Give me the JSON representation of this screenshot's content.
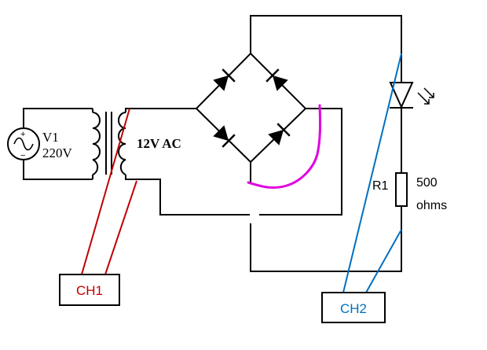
{
  "source": {
    "name": "V1",
    "voltage": "220V",
    "plus_sign": "+",
    "minus_sign": "−"
  },
  "transformer": {
    "secondary_label": "12V AC"
  },
  "resistor": {
    "name": "R1",
    "value": "500",
    "unit": "ohms"
  },
  "probes": {
    "ch1": {
      "label": "CH1",
      "color": "#c00000"
    },
    "ch2": {
      "label": "CH2",
      "color": "#0070c0"
    }
  },
  "colors": {
    "wire": "#000000",
    "annotation": "#e100e1"
  }
}
